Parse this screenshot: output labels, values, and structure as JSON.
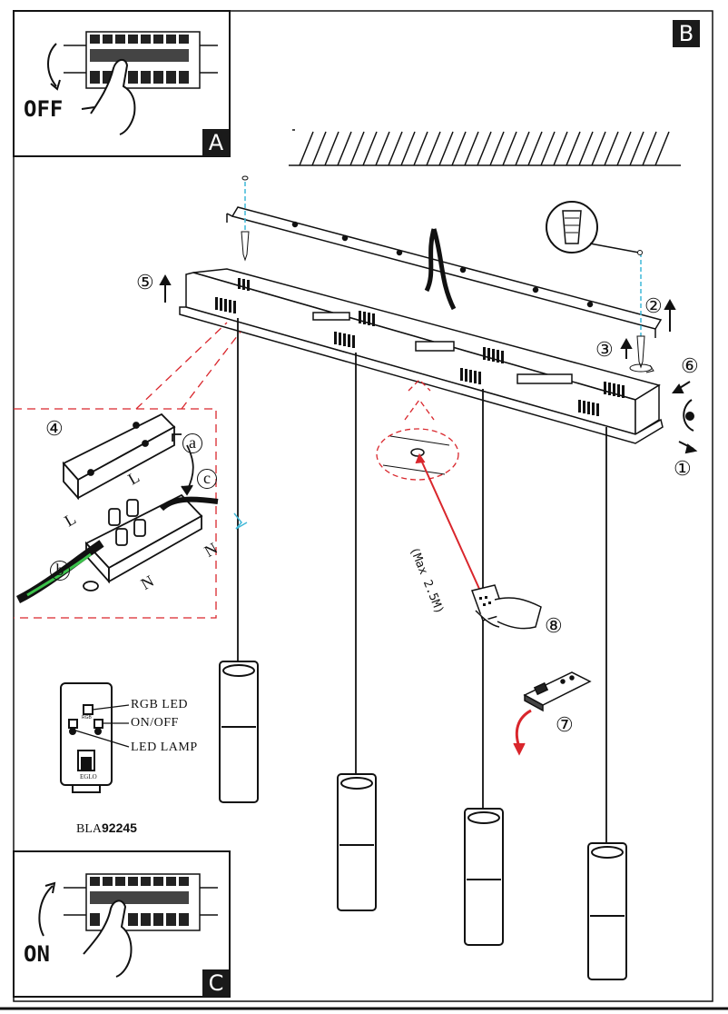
{
  "panels": {
    "a": {
      "tag": "A",
      "switch_label": "OFF"
    },
    "b": {
      "tag": "B"
    },
    "c": {
      "tag": "C",
      "switch_label": "ON"
    }
  },
  "steps": {
    "s1": "①",
    "s2": "②",
    "s3": "③",
    "s4": "④",
    "s5": "⑤",
    "s6": "⑥",
    "s7": "⑦",
    "s8": "⑧"
  },
  "wiring": {
    "letters": {
      "a": "a",
      "b": "b",
      "c": "c"
    },
    "terminals": {
      "l1": "L",
      "n1": "N",
      "l2": "L",
      "n2": "N"
    }
  },
  "remote_range": "(Max 2.5M)",
  "receiver": {
    "rgb_led": "RGB LED",
    "on_off": "ON/OFF",
    "led_lamp": "LED LAMP",
    "brand": "EGLO",
    "small_rgb": "RGB"
  },
  "model": {
    "prefix": "BLA",
    "number": "92245"
  },
  "colors": {
    "red_guide": "#d9262c",
    "cyan_guide": "#3fb8d8",
    "green_wire": "#3cc24b"
  }
}
